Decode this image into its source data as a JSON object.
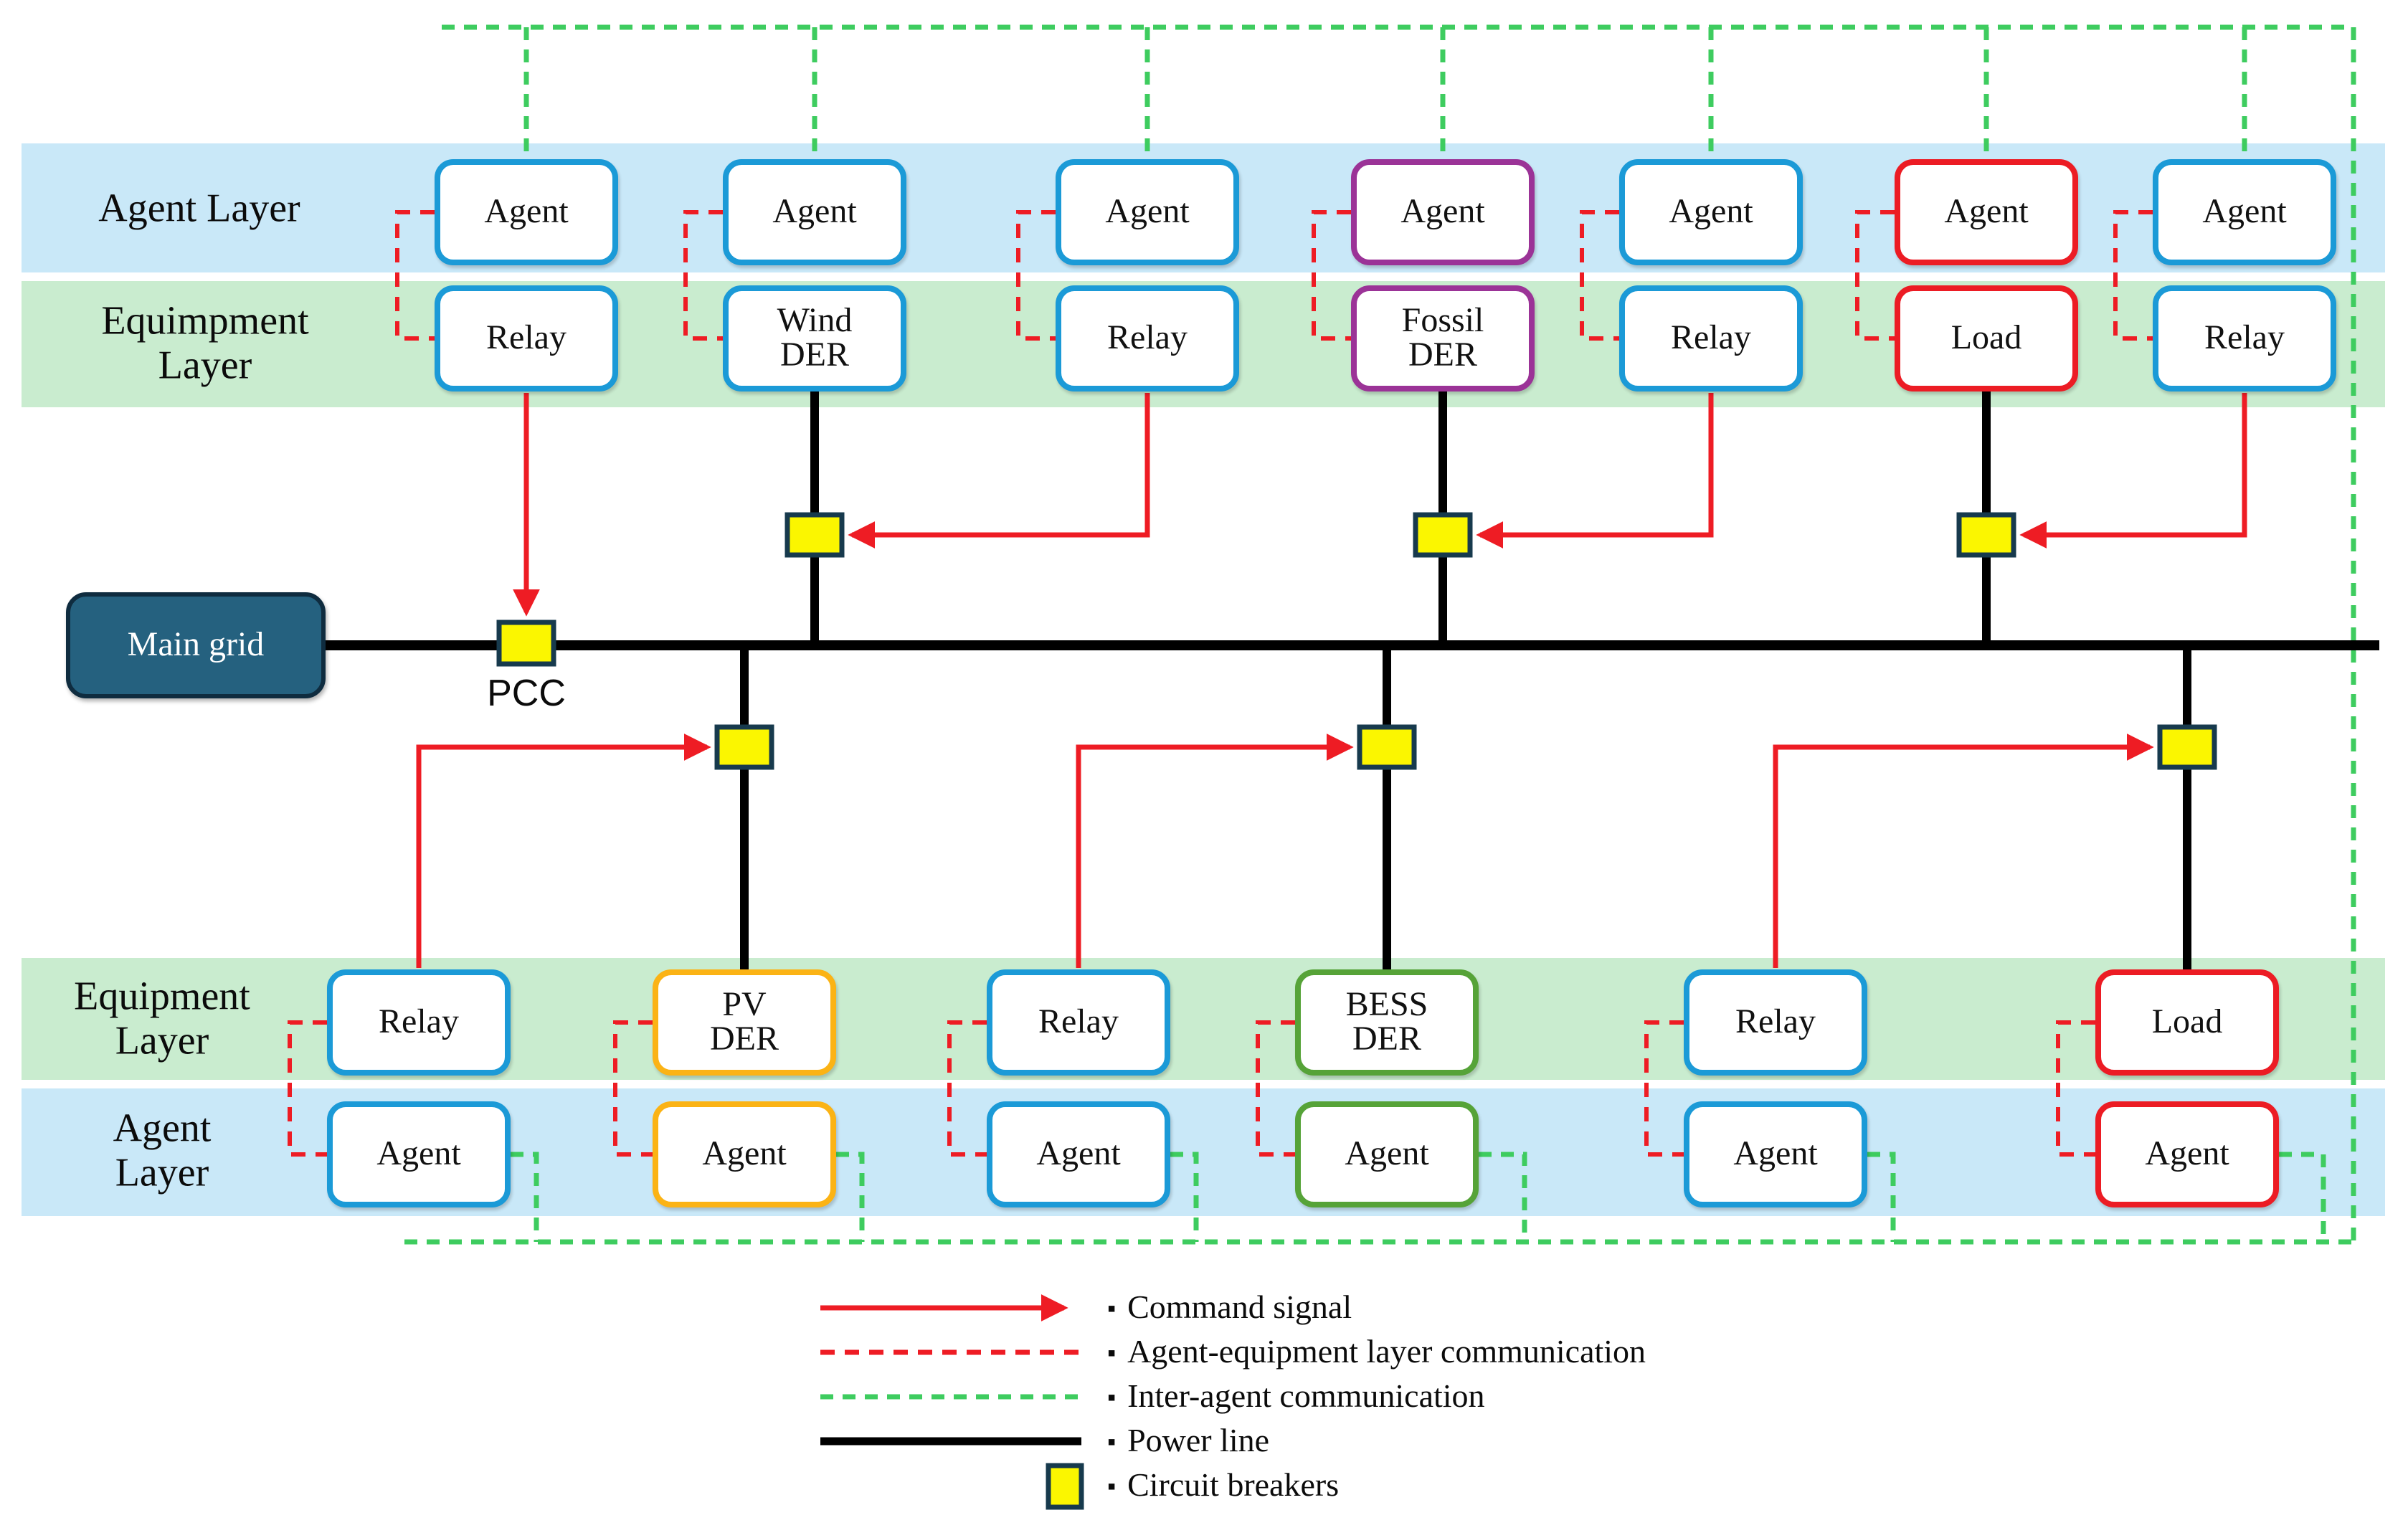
{
  "title": "Microgrid multi-agent control architecture diagram",
  "labels": {
    "agent_layer_top": "Agent Layer",
    "equipment_layer_top": "Equimpment\nLayer",
    "equipment_layer_bottom": "Equipment\nLayer",
    "agent_layer_bottom": "Agent\nLayer",
    "main_grid": "Main grid",
    "pcc": "PCC"
  },
  "top_pairs": [
    {
      "agent": "Agent",
      "equipment": "Relay",
      "color": "box_blue"
    },
    {
      "agent": "Agent",
      "equipment": "Wind\nDER",
      "color": "box_blue"
    },
    {
      "agent": "Agent",
      "equipment": "Relay",
      "color": "box_blue"
    },
    {
      "agent": "Agent",
      "equipment": "Fossil\nDER",
      "color": "box_purple"
    },
    {
      "agent": "Agent",
      "equipment": "Relay",
      "color": "box_blue"
    },
    {
      "agent": "Agent",
      "equipment": "Load",
      "color": "box_red"
    },
    {
      "agent": "Agent",
      "equipment": "Relay",
      "color": "box_blue"
    }
  ],
  "bottom_pairs": [
    {
      "equipment": "Relay",
      "agent": "Agent",
      "color": "box_blue"
    },
    {
      "equipment": "PV\nDER",
      "agent": "Agent",
      "color": "box_orange"
    },
    {
      "equipment": "Relay",
      "agent": "Agent",
      "color": "box_blue"
    },
    {
      "equipment": "BESS\nDER",
      "agent": "Agent",
      "color": "box_green"
    },
    {
      "equipment": "Relay",
      "agent": "Agent",
      "color": "box_blue"
    },
    {
      "equipment": "Load",
      "agent": "Agent",
      "color": "box_red"
    }
  ],
  "legend": {
    "bullet": "▪",
    "items": [
      {
        "swatch": "command-arrow",
        "label": "Command signal"
      },
      {
        "swatch": "red-dashed",
        "label": "Agent-equipment layer communication"
      },
      {
        "swatch": "green-dashed",
        "label": "Inter-agent communication"
      },
      {
        "swatch": "black-line",
        "label": "Power line"
      },
      {
        "swatch": "breaker",
        "label": "Circuit breakers"
      }
    ]
  },
  "colors": {
    "band_blue": "#C9E8F8",
    "band_green": "#C9ECCF",
    "box_blue": "#1B9AD7",
    "box_purple": "#9B3397",
    "box_red": "#EC1C24",
    "box_orange": "#FBB315",
    "box_green": "#56A338",
    "signal_red": "#EE1C24",
    "comm_green": "#3ECC5F",
    "power_black": "#000000",
    "breaker_yellow": "#FBF600",
    "breaker_border": "#173A4D",
    "main_grid_fill": "#25617F",
    "main_grid_border": "#0F2C3F"
  }
}
